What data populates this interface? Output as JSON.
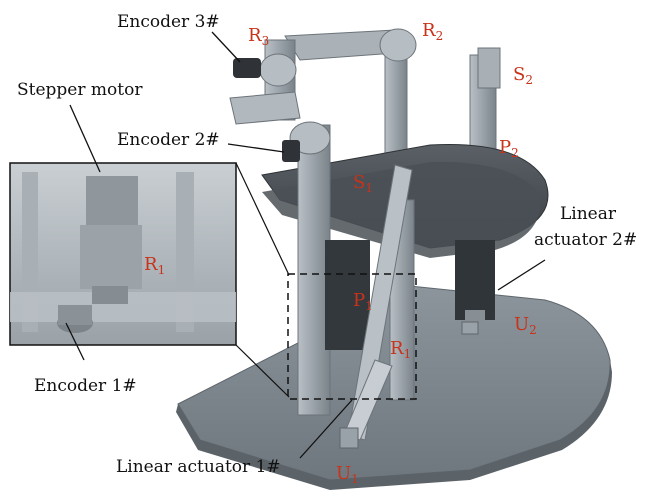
{
  "labels": {
    "encoder3": "Encoder 3#",
    "encoder2": "Encoder 2#",
    "encoder1": "Encoder 1#",
    "stepper": "Stepper motor",
    "actuator1": "Linear actuator 1#",
    "actuator2_line1": "Linear",
    "actuator2_line2": "actuator 2#"
  },
  "joints": {
    "r3": {
      "base": "R",
      "sub": "3"
    },
    "r2": {
      "base": "R",
      "sub": "2"
    },
    "s2": {
      "base": "S",
      "sub": "2"
    },
    "p2": {
      "base": "P",
      "sub": "2"
    },
    "s1": {
      "base": "S",
      "sub": "1"
    },
    "r1_inset": {
      "base": "R",
      "sub": "1"
    },
    "p1": {
      "base": "P",
      "sub": "1"
    },
    "r1": {
      "base": "R",
      "sub": "1"
    },
    "u2": {
      "base": "U",
      "sub": "2"
    },
    "u1": {
      "base": "U",
      "sub": "1"
    }
  },
  "colors": {
    "joint_label": "#c8331a",
    "text": "#111111",
    "metal": "#9aa3ab",
    "dark_metal": "#3c4044"
  }
}
